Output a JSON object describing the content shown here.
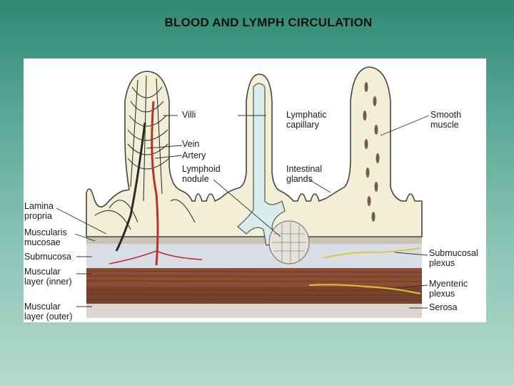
{
  "title": "BLOOD AND LYMPH CIRCULATION",
  "labels": {
    "villi": "Villi",
    "lymphatic_capillary": "Lymphatic\ncapillary",
    "smooth_muscle": "Smooth\nmuscle",
    "vein": "Vein",
    "artery": "Artery",
    "lymphoid_nodule": "Lymphoid\nnodule",
    "intestinal_glands": "Intestinal\nglands",
    "lamina_propria": "Lamina\npropria",
    "muscularis_mucosae": "Muscularis\nmucosae",
    "submucosa": "Submucosa",
    "muscular_inner": "Muscular\nlayer (inner)",
    "muscular_outer": "Muscular\nlayer (outer)",
    "submucosal_plexus": "Submucosal\nplexus",
    "myenteric_plexus": "Myenteric\nplexus",
    "serosa": "Serosa"
  },
  "colors": {
    "mucosa": "#f2efd6",
    "submucosa": "#d9dde6",
    "muscle_inner": "#8a4f34",
    "muscle_outer": "#7a432c",
    "artery": "#b8332a",
    "vein": "#2a2a2a",
    "nerve": "#d8c93a"
  }
}
